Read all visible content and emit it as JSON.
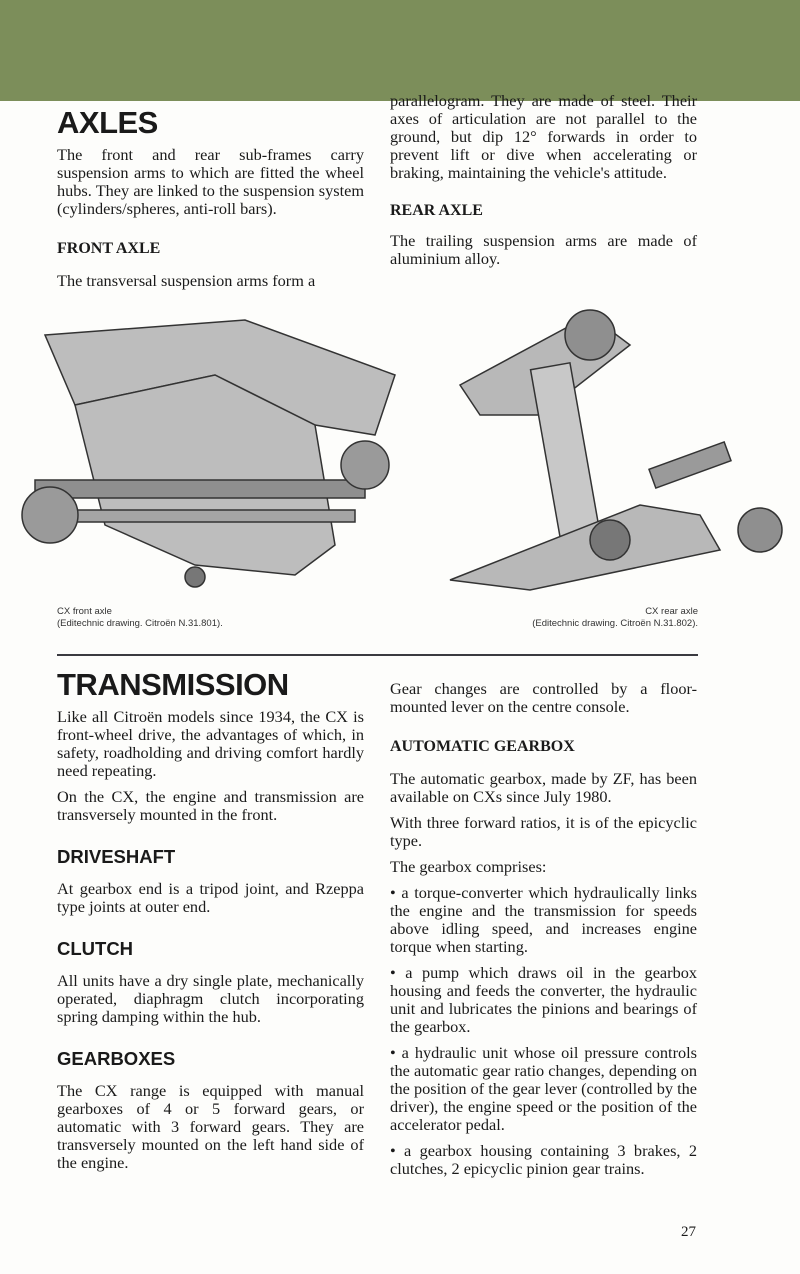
{
  "header_band_color": "#7c8e5a",
  "axles": {
    "title": "AXLES",
    "intro": "The front and rear sub-frames carry suspension arms to which are fitted the wheel hubs. They are linked to the suspension system (cylinders/spheres, anti-roll bars).",
    "front_heading": "FRONT AXLE",
    "front_text_a": "The transversal suspension arms form a",
    "front_text_b": "parallelogram. They are made of steel. Their axes of articulation are not parallel to the ground, but dip 12° forwards in order to prevent lift or dive when accelerating or braking, maintaining the vehicle's attitude.",
    "rear_heading": "REAR AXLE",
    "rear_text": "The trailing suspension arms are made of aluminium alloy.",
    "front_caption_1": "CX front axle",
    "front_caption_2": "(Editechnic drawing. Citroën N.31.801).",
    "rear_caption_1": "CX rear axle",
    "rear_caption_2": "(Editechnic drawing. Citroën N.31.802)."
  },
  "transmission": {
    "title": "TRANSMISSION",
    "p1": "Like all Citroën models since 1934, the CX is front-wheel drive, the advantages of which, in safety, roadholding and driving comfort hardly need repeating.",
    "p2": "On the CX, the engine and transmission are transversely mounted in the front.",
    "driveshaft_heading": "DRIVESHAFT",
    "driveshaft_text": "At gearbox end is a tripod joint, and Rzeppa type joints at outer end.",
    "clutch_heading": "CLUTCH",
    "clutch_text": "All units have a dry single plate, mechanically operated, diaphragm clutch incorporating spring damping within the hub.",
    "gearboxes_heading": "GEARBOXES",
    "gearboxes_text": "The CX range is equipped with manual gearboxes of 4 or 5 forward gears, or automatic with 3 forward gears. They are transversely mounted on the left hand side of the engine.",
    "gear_changes": "Gear changes are controlled by a floor-mounted lever on the centre console.",
    "auto_heading": "AUTOMATIC GEARBOX",
    "auto_p1": "The automatic gearbox, made by ZF, has been available on CXs since July 1980.",
    "auto_p2": "With three forward ratios, it is of the epicyclic type.",
    "auto_p3": "The gearbox comprises:",
    "bullets": [
      "• a torque-converter which hydraulically links the engine and the transmission for speeds above idling speed, and increases engine torque when starting.",
      "• a pump which draws oil in the gearbox housing and feeds the converter, the hydraulic unit and lubricates the pinions and bearings of the gearbox.",
      "• a hydraulic unit whose oil pressure controls the automatic gear ratio changes, depending on the position of the gear lever (controlled by the driver), the engine speed or the position of the accelerator pedal.",
      "• a gearbox housing containing 3 brakes, 2 clutches, 2 epicyclic pinion gear trains."
    ]
  },
  "page_number": "27"
}
